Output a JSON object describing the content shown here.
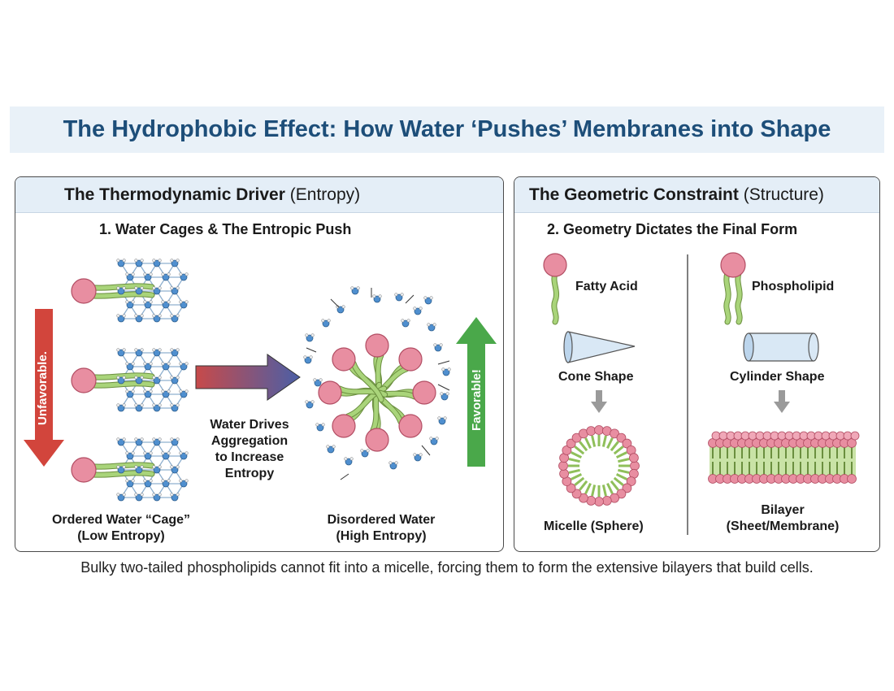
{
  "header": {
    "title": "The Hydrophobic Effect: How Water ‘Pushes’ Membranes into Shape"
  },
  "left_panel": {
    "title_bold": "The Thermodynamic Driver",
    "title_paren": "(Entropy)",
    "subtitle": "1. Water Cages & The Entropic Push",
    "unfavorable": "Unfavorable.",
    "favorable": "Favorable!",
    "arrow_text": [
      "Water Drives",
      "Aggregation",
      "to Increase",
      "Entropy"
    ],
    "ordered_label": [
      "Ordered Water “Cage”",
      "(Low Entropy)"
    ],
    "disordered_label": [
      "Disordered Water",
      "(High Entropy)"
    ]
  },
  "right_panel": {
    "title_bold": "The Geometric Constraint",
    "title_paren": "(Structure)",
    "subtitle": "2. Geometry Dictates the Final Form",
    "fatty_acid": "Fatty Acid",
    "phospholipid": "Phospholipid",
    "cone": "Cone Shape",
    "cylinder": "Cylinder Shape",
    "micelle": "Micelle (Sphere)",
    "bilayer": [
      "Bilayer",
      "(Sheet/Membrane)"
    ]
  },
  "footer": "Bulky two-tailed phospholipids cannot fit into a micelle, forcing them to form the extensive bilayers that build cells.",
  "colors": {
    "title": "#1d4e79",
    "head_pink": "#e88ea1",
    "tail_green": "#a9d47a",
    "water_blue": "#4f8fcf",
    "unfavorable_red": "#d2453c",
    "favorable_green": "#4aa84a"
  }
}
